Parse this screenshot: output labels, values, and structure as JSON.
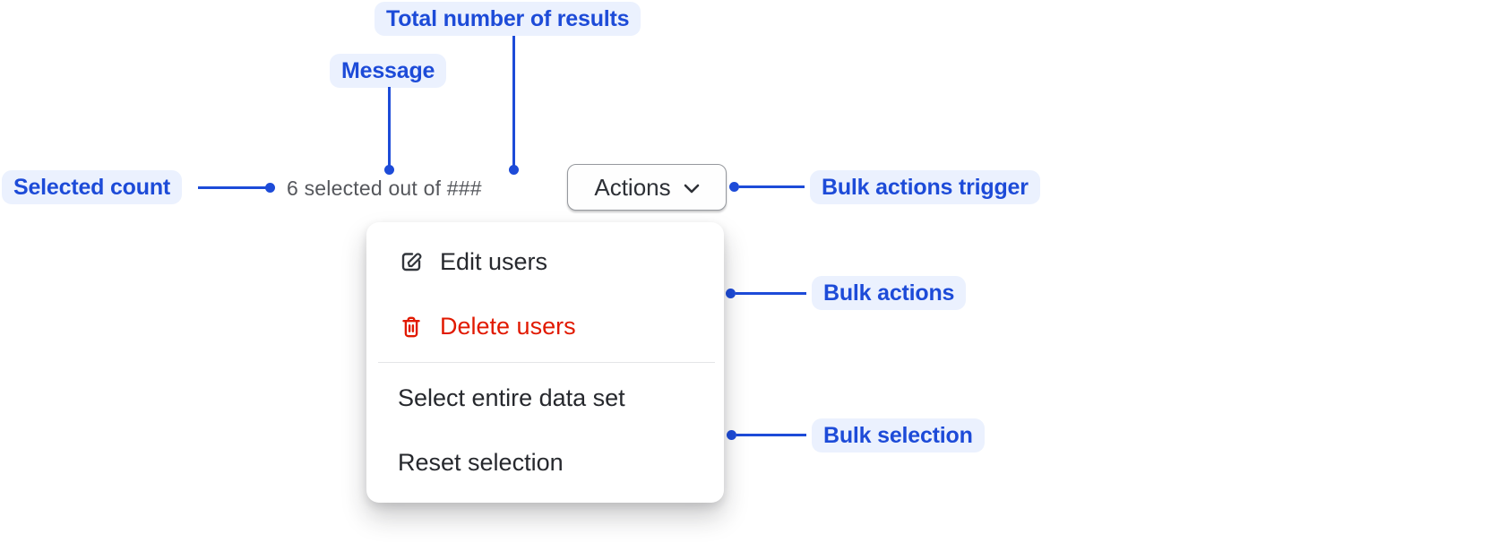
{
  "annotations": {
    "total_results": "Total number of results",
    "message": "Message",
    "selected_count": "Selected count",
    "bulk_actions_trigger": "Bulk actions trigger",
    "bulk_actions": "Bulk actions",
    "bulk_selection": "Bulk selection"
  },
  "toolbar": {
    "message": "6 selected out of ###",
    "actions_label": "Actions"
  },
  "menu": {
    "items": [
      {
        "label": "Edit users",
        "icon": "edit-icon",
        "tone": "default"
      },
      {
        "label": "Delete users",
        "icon": "trash-icon",
        "tone": "critical"
      },
      {
        "label": "Select entire data set",
        "icon": null,
        "tone": "default"
      },
      {
        "label": "Reset selection",
        "icon": null,
        "tone": "default"
      }
    ]
  },
  "colors": {
    "annotation_text": "#1d4bd8",
    "annotation_background": "#ebf1fe",
    "connector_blue": "#1d4bd8",
    "critical_red": "#e11900",
    "menu_text": "#26282d",
    "message_gray": "#55575c"
  }
}
